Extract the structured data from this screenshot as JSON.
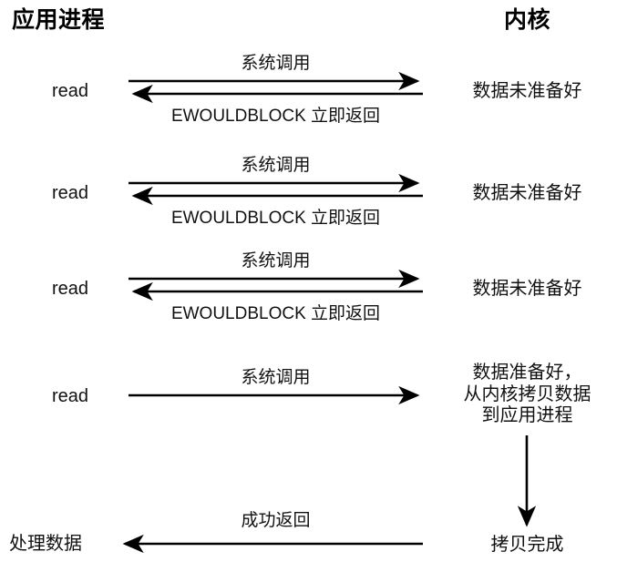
{
  "diagram": {
    "title_app": "应用进程",
    "title_kernel": "内核",
    "accent_color": "#000000",
    "background": "#ffffff"
  },
  "blocks": [
    {
      "process_label": "read",
      "call_label": "系统调用",
      "return_label": "EWOULDBLOCK 立即返回",
      "kernel_label": "数据未准备好"
    },
    {
      "process_label": "read",
      "call_label": "系统调用",
      "return_label": "EWOULDBLOCK 立即返回",
      "kernel_label": "数据未准备好"
    },
    {
      "process_label": "read",
      "call_label": "系统调用",
      "return_label": "EWOULDBLOCK 立即返回",
      "kernel_label": "数据未准备好"
    },
    {
      "process_label": "read",
      "call_label": "系统调用",
      "return_label": "",
      "kernel_label": "数据准备好，\n从内核拷贝数据\n到应用进程"
    }
  ],
  "final": {
    "process_label": "处理数据",
    "return_label": "成功返回",
    "kernel_label": "拷贝完成"
  }
}
